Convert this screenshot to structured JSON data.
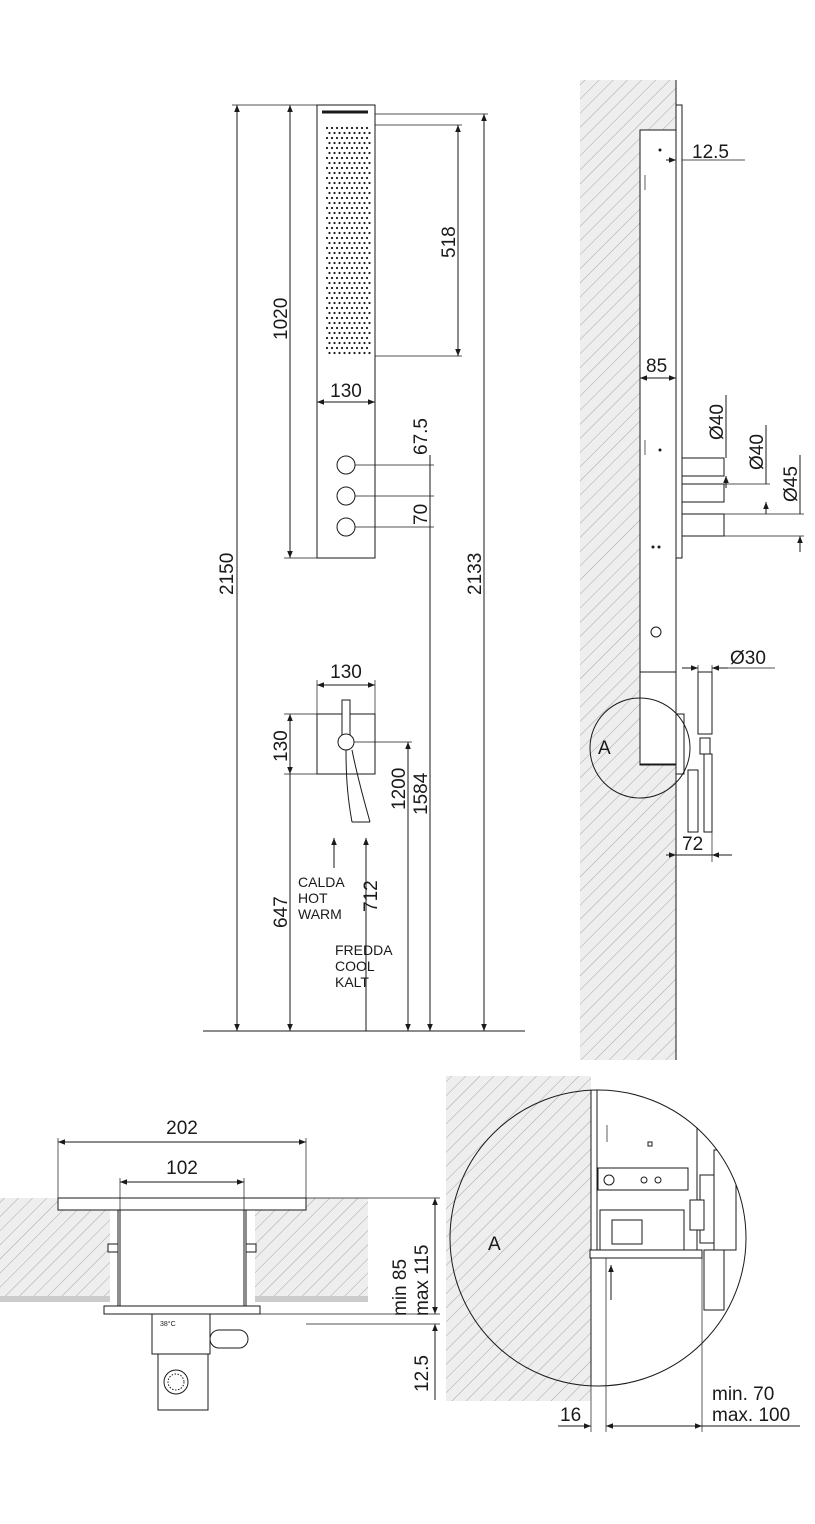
{
  "front_view": {
    "height_total": "2150",
    "panel_height": "1020",
    "spray_height": "518",
    "panel_width": "130",
    "knob_spacing_1": "67.5",
    "knob_spacing_2": "70",
    "height_2133": "2133",
    "height_1584": "1584",
    "mixer_width": "130",
    "mixer_height": "130",
    "mixer_axis": "1200",
    "inlet_hot_height": "647",
    "inlet_cold_height": "712",
    "hot_labels": [
      "CALDA",
      "HOT",
      "WARM"
    ],
    "cold_labels": [
      "FREDDA",
      "COOL",
      "KALT"
    ]
  },
  "side_view": {
    "offset_top": "12.5",
    "depth": "85",
    "knob_dia_1": "Ø40",
    "knob_dia_2": "Ø40",
    "knob_dia_3": "Ø45",
    "handle_dia": "Ø30",
    "spout_depth": "72",
    "detail_marker": "A"
  },
  "box_section": {
    "outer_width": "202",
    "inner_width": "102",
    "depth_min": "min 85",
    "depth_max": "max 115",
    "flange": "12.5",
    "temp_label": "38°C"
  },
  "detail_a": {
    "marker": "A",
    "offset": "16",
    "range_min": "min. 70",
    "range_max": "max. 100"
  }
}
